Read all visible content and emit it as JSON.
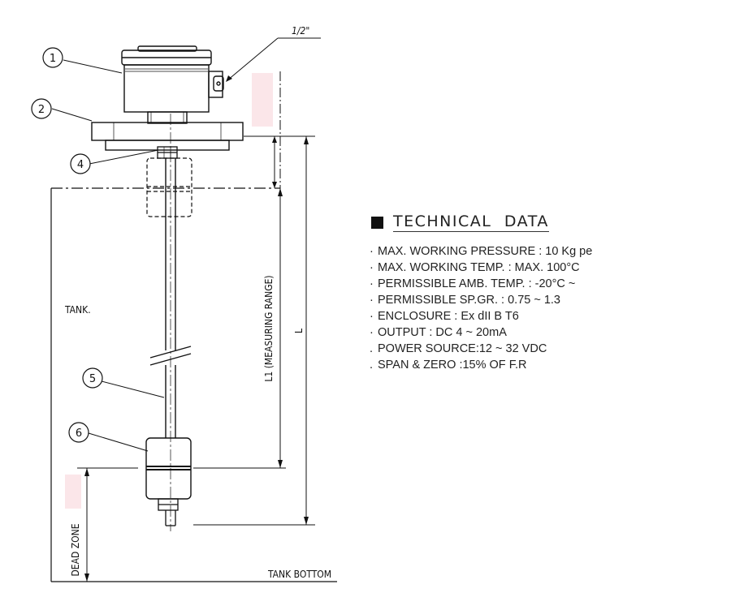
{
  "callouts": [
    "1",
    "2",
    "4",
    "5",
    "6"
  ],
  "labels": {
    "conduit_size": "1/2\"",
    "tank": "TANK.",
    "measuring_range": "L1 (MEASURING RANGE)",
    "overall_length": "L",
    "dead_zone": "DEAD ZONE",
    "tank_bottom": "TANK  BOTTOM"
  },
  "technical_data": {
    "title": "TECHNICAL  DATA",
    "items": [
      {
        "bullet": "·",
        "text": "MAX. WORKING PRESSURE : 10 Kg pe"
      },
      {
        "bullet": "·",
        "text": "MAX. WORKING TEMP. : MAX. 100°C"
      },
      {
        "bullet": "·",
        "text": "PERMISSIBLE AMB. TEMP. : -20°C ~"
      },
      {
        "bullet": "·",
        "text": "PERMISSIBLE SP.GR. : 0.75 ~ 1.3"
      },
      {
        "bullet": "·",
        "text": "ENCLOSURE : Ex dII B T6"
      },
      {
        "bullet": "·",
        "text": "OUTPUT : DC 4 ~ 20mA"
      },
      {
        "bullet": ".",
        "text": "POWER SOURCE:12 ~ 32 VDC"
      },
      {
        "bullet": ".",
        "text": "SPAN & ZERO :15% OF F.R"
      }
    ]
  }
}
